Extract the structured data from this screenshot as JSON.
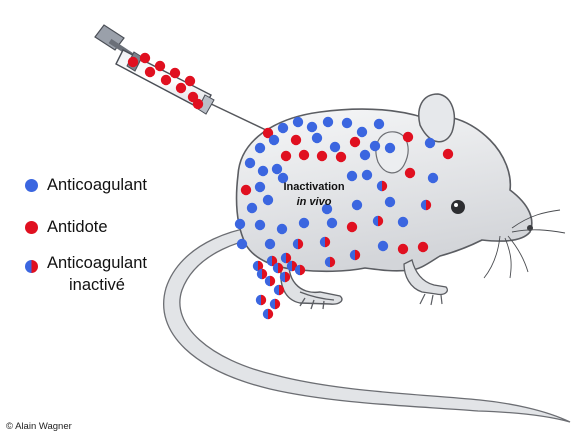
{
  "colors": {
    "anticoagulant": "#3b66e0",
    "antidote": "#e01020",
    "mouse_body": "#e3e5e8",
    "outline": "#5b5d62"
  },
  "legend": [
    {
      "label": "Anticoagulant",
      "marker": "blue-dot"
    },
    {
      "label": "Antidote",
      "marker": "red-dot"
    },
    {
      "label_line1": "Anticoagulant",
      "label_line2": "inactivé",
      "marker": "half-blue-half-red-dot"
    }
  ],
  "annotation": {
    "line1": "Inactivation",
    "line2": "in vivo"
  },
  "credit": "© Alain Wagner",
  "icons": [
    "syringe-icon",
    "mouse-icon",
    "copyright-text"
  ]
}
